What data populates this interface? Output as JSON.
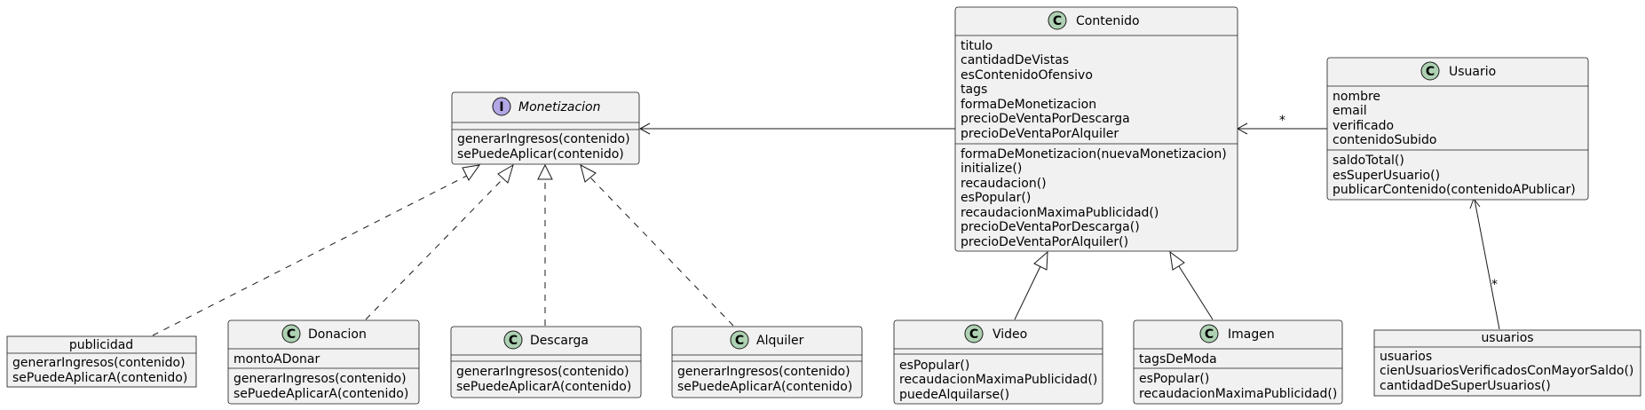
{
  "classes": {
    "monetizacion": {
      "title": "Monetizacion",
      "stereotype": "I",
      "attributes": [],
      "methods": [
        "generarIngresos(contenido)",
        "sePuedeAplicar(contenido)"
      ]
    },
    "contenido": {
      "title": "Contenido",
      "stereotype": "C",
      "attributes": [
        "titulo",
        "cantidadDeVistas",
        "esContenidoOfensivo",
        "tags",
        "formaDeMonetizacion",
        "precioDeVentaPorDescarga",
        "precioDeVentaPorAlquiler"
      ],
      "methods": [
        "formaDeMonetizacion(nuevaMonetizacion)",
        "initialize()",
        "recaudacion()",
        "esPopular()",
        "recaudacionMaximaPublicidad()",
        "precioDeVentaPorDescarga()",
        "precioDeVentaPorAlquiler()"
      ]
    },
    "usuario": {
      "title": "Usuario",
      "stereotype": "C",
      "attributes": [
        "nombre",
        "email",
        "verificado",
        "contenidoSubido"
      ],
      "methods": [
        "saldoTotal()",
        "esSuperUsuario()",
        "publicarContenido(contenidoAPublicar)"
      ]
    },
    "publicidad": {
      "title": "publicidad",
      "stereotype": "",
      "attributes": [],
      "methods": [
        "generarIngresos(contenido)",
        "sePuedeAplicarA(contenido)"
      ]
    },
    "donacion": {
      "title": "Donacion",
      "stereotype": "C",
      "attributes": [
        "montoADonar"
      ],
      "methods": [
        "generarIngresos(contenido)",
        "sePuedeAplicarA(contenido)"
      ]
    },
    "descarga": {
      "title": "Descarga",
      "stereotype": "C",
      "attributes": [],
      "methods": [
        "generarIngresos(contenido)",
        "sePuedeAplicarA(contenido)"
      ]
    },
    "alquiler": {
      "title": "Alquiler",
      "stereotype": "C",
      "attributes": [],
      "methods": [
        "generarIngresos(contenido)",
        "sePuedeAplicarA(contenido)"
      ]
    },
    "video": {
      "title": "Video",
      "stereotype": "C",
      "attributes": [],
      "methods": [
        "esPopular()",
        "recaudacionMaximaPublicidad()",
        "puedeAlquilarse()"
      ]
    },
    "imagen": {
      "title": "Imagen",
      "stereotype": "C",
      "attributes": [
        "tagsDeModa"
      ],
      "methods": [
        "esPopular()",
        "recaudacionMaximaPublicidad()"
      ]
    },
    "usuarios": {
      "title": "usuarios",
      "stereotype": "",
      "attributes": [],
      "methods": [
        "usuarios",
        "cienUsuariosVerificadosConMayorSaldo()",
        "cantidadDeSuperUsuarios()"
      ]
    }
  },
  "relations": {
    "contenido_monetizacion": {
      "type": "association"
    },
    "usuario_contenido": {
      "type": "association",
      "multiplicity": "*"
    },
    "usuarios_usuario": {
      "type": "association",
      "multiplicity": "*"
    }
  },
  "colors": {
    "class_badge": "#add1b2",
    "interface_badge": "#b4a7e5",
    "box_fill": "#f1f1f1",
    "line": "#181818"
  }
}
